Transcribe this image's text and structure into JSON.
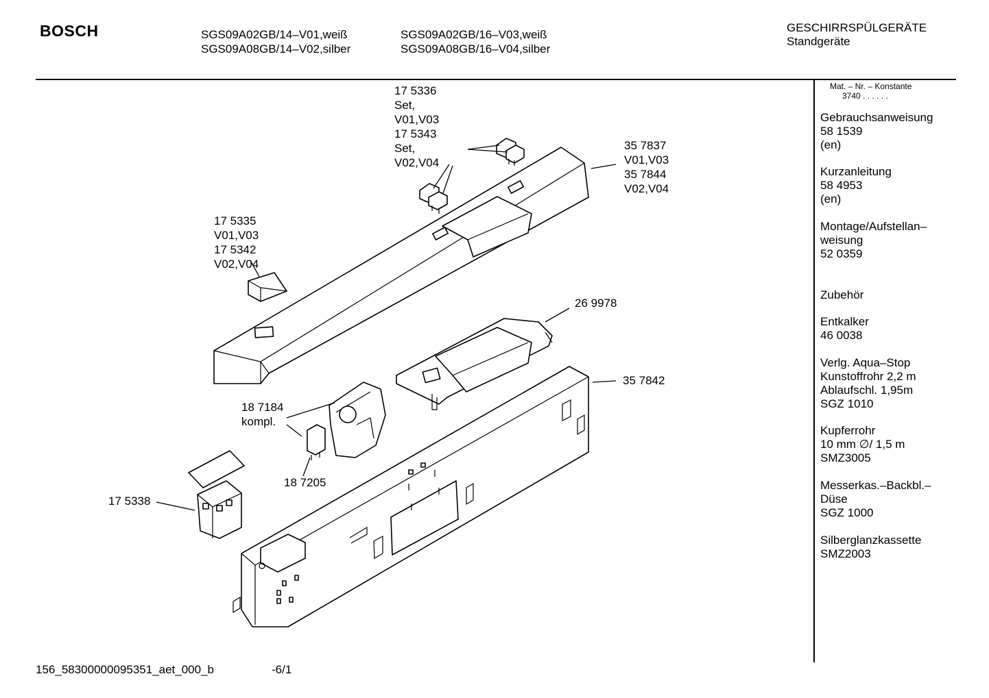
{
  "brand": "BOSCH",
  "models": {
    "col1": [
      "SGS09A02GB/14–V01,weiß",
      "SGS09A08GB/14–V02,silber"
    ],
    "col2": [
      "SGS09A02GB/16–V03,weiß",
      "SGS09A08GB/16–V04,silber"
    ]
  },
  "category": {
    "line1": "GESCHIRRSPÜLGERÄTE",
    "line2": "Standgeräte"
  },
  "sidebar": {
    "mat_header": "Mat. – Nr. – Konstante",
    "mat_value": "3740 .  .  .  .  .  .",
    "sections": [
      {
        "lines": [
          "Gebrauchsanweisung",
          "58 1539",
          "(en)"
        ]
      },
      {
        "lines": [
          "Kurzanleitung",
          "58 4953",
          "(en)"
        ]
      },
      {
        "lines": [
          "Montage/Aufstellan–",
          "weisung",
          "52 0359"
        ]
      },
      {
        "lines": [
          "Zubehör"
        ]
      },
      {
        "lines": [
          "Entkalker",
          "46 0038"
        ]
      },
      {
        "lines": [
          "Verlg. Aqua–Stop",
          "Kunstoffrohr 2,2 m",
          "Ablaufschl. 1,95m",
          "SGZ 1010"
        ]
      },
      {
        "lines": [
          "Kupferrohr",
          "10 mm ∅/ 1,5 m",
          "SMZ3005"
        ]
      },
      {
        "lines": [
          "Messerkas.–Backbl.–",
          "Düse",
          "SGZ 1000"
        ]
      },
      {
        "lines": [
          "Silberglanzkassette",
          "SMZ2003"
        ]
      }
    ]
  },
  "callouts": {
    "knobs": [
      "17 5336",
      "Set,",
      "V01,V03",
      "17 5343",
      "Set,",
      "V02,V04"
    ],
    "panel": [
      "35 7837",
      "V01,V03",
      "35 7844",
      "V02,V04"
    ],
    "button": [
      "17 5335",
      "V01,V03",
      "17 5342",
      "V02,V04"
    ],
    "module": [
      "26 9978"
    ],
    "housing": [
      "35 7842"
    ],
    "switch": [
      "18 7184",
      "kompl."
    ],
    "capacitor": [
      "18 7205"
    ],
    "relay": [
      "17 5338"
    ]
  },
  "footer": {
    "code": "156_58300000095351_aet_000_b",
    "page": "-6/1"
  }
}
